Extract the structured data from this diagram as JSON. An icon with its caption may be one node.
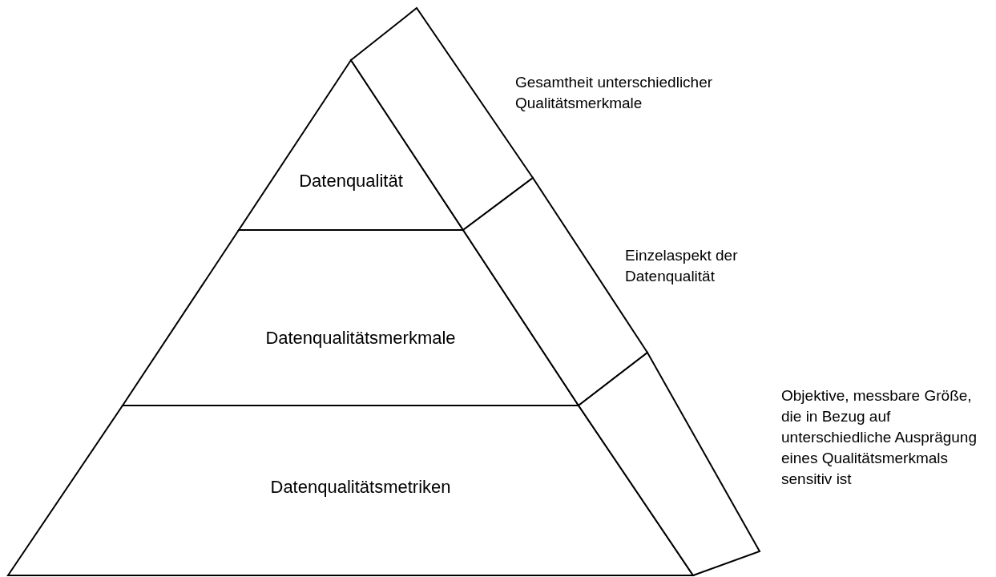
{
  "diagram": {
    "nodes": [
      {
        "text": [
          "Datenqualität"
        ]
      },
      {
        "text": [
          "Datenqualitätsmerkmale"
        ]
      },
      {
        "text": [
          "Datenqualitätsmetriken"
        ]
      },
      {
        "text": [],
        "shape": "box",
        "beside": [
          "Gesamtheit unterschiedlicher Qualitätsmerkmale"
        ]
      },
      {
        "text": [],
        "shape": "box",
        "beside": [
          "Einzelaspekt der Datenqualität"
        ]
      },
      {
        "text": [],
        "shape": "box",
        "beside": [
          "Objektive, messbare Größe, die in Bezug auf unterschiedliche Ausprägung eines Qualitätsmerkmals sensitiv ist"
        ]
      }
    ]
  }
}
